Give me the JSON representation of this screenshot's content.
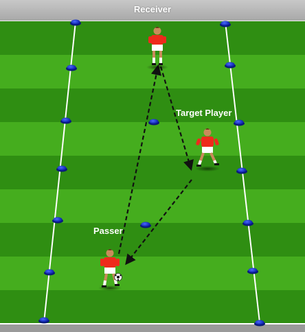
{
  "header": {
    "title": "Receiver"
  },
  "players": {
    "target_label": "Target Player",
    "passer_label": "Passer"
  },
  "colors": {
    "grass_dark": "#2f8e12",
    "grass_light": "#45ad1e",
    "cone": "#1732d6",
    "shirt": "#ee2a1c",
    "arrow": "#111111",
    "line": "#ffffff"
  },
  "icons": [
    "cone-icon",
    "player-icon",
    "ball-icon",
    "arrow-icon"
  ]
}
